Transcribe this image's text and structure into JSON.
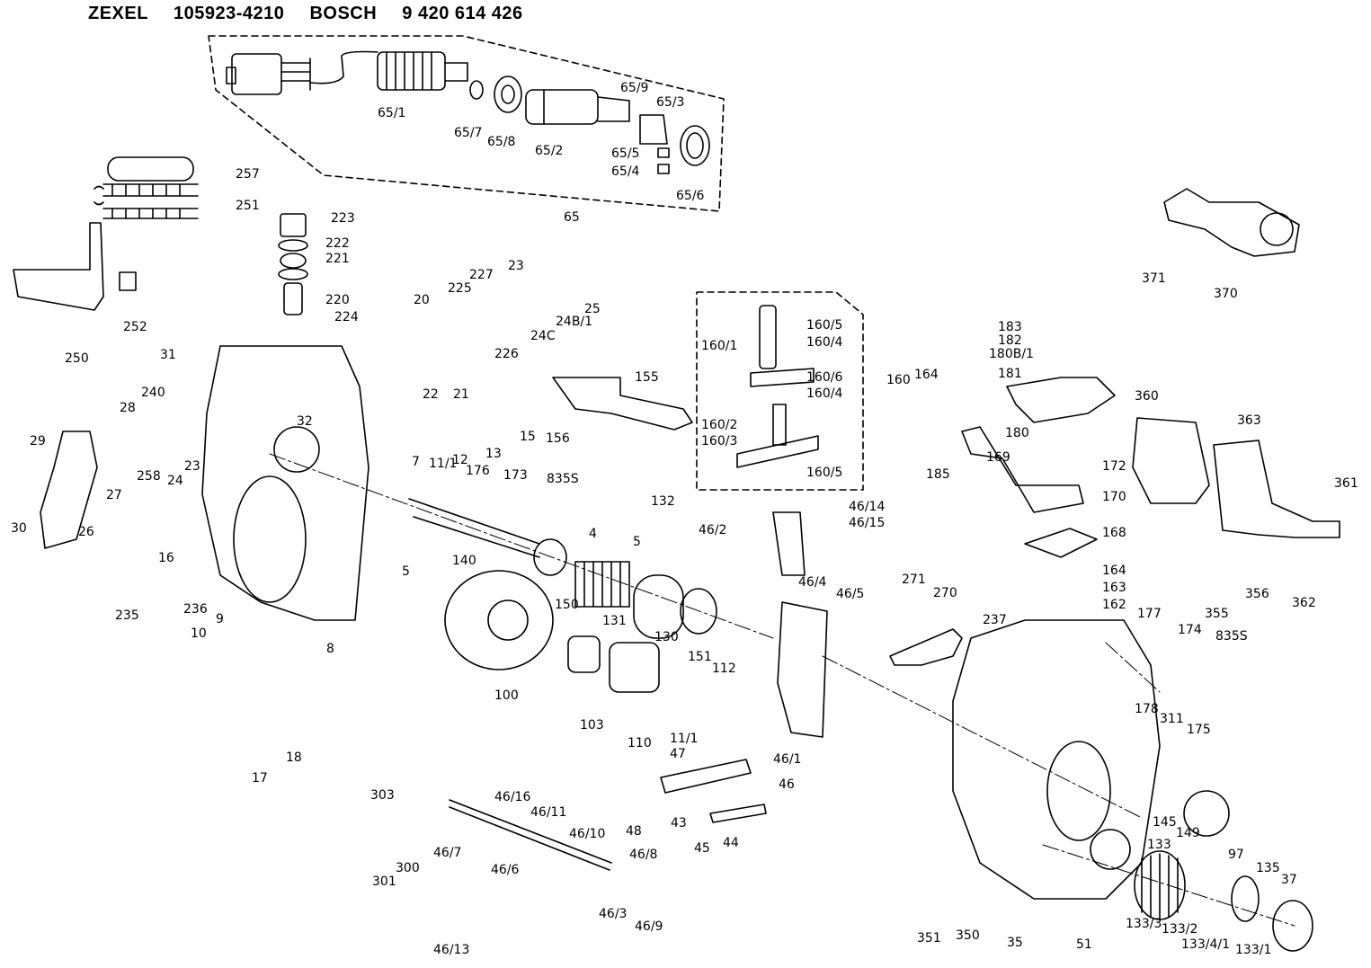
{
  "header": {
    "brand1": "ZEXEL",
    "code1": "105923-4210",
    "brand2": "BOSCH",
    "code2": "9 420 614 426"
  },
  "diagram": {
    "line_color": "#000000",
    "background": "#ffffff",
    "labels": [
      {
        "id": "65-1",
        "text": "65/1"
      },
      {
        "id": "65-7",
        "text": "65/7"
      },
      {
        "id": "65-8",
        "text": "65/8"
      },
      {
        "id": "65-2",
        "text": "65/2"
      },
      {
        "id": "65-9",
        "text": "65/9"
      },
      {
        "id": "65-3",
        "text": "65/3"
      },
      {
        "id": "65-5",
        "text": "65/5"
      },
      {
        "id": "65-4",
        "text": "65/4"
      },
      {
        "id": "65-6",
        "text": "65/6"
      },
      {
        "id": "65",
        "text": "65"
      },
      {
        "id": "257",
        "text": "257"
      },
      {
        "id": "251",
        "text": "251"
      },
      {
        "id": "223",
        "text": "223"
      },
      {
        "id": "222",
        "text": "222"
      },
      {
        "id": "221",
        "text": "221"
      },
      {
        "id": "220",
        "text": "220"
      },
      {
        "id": "224",
        "text": "224"
      },
      {
        "id": "250",
        "text": "250"
      },
      {
        "id": "252",
        "text": "252"
      },
      {
        "id": "31",
        "text": "31"
      },
      {
        "id": "20",
        "text": "20"
      },
      {
        "id": "225",
        "text": "225"
      },
      {
        "id": "227",
        "text": "227"
      },
      {
        "id": "23a",
        "text": "23"
      },
      {
        "id": "25",
        "text": "25"
      },
      {
        "id": "24B-1",
        "text": "24B/1"
      },
      {
        "id": "24C",
        "text": "24C"
      },
      {
        "id": "226",
        "text": "226"
      },
      {
        "id": "22",
        "text": "22"
      },
      {
        "id": "21",
        "text": "21"
      },
      {
        "id": "32",
        "text": "32"
      },
      {
        "id": "240",
        "text": "240"
      },
      {
        "id": "28",
        "text": "28"
      },
      {
        "id": "29",
        "text": "29"
      },
      {
        "id": "30",
        "text": "30"
      },
      {
        "id": "27",
        "text": "27"
      },
      {
        "id": "26",
        "text": "26"
      },
      {
        "id": "258",
        "text": "258"
      },
      {
        "id": "24",
        "text": "24"
      },
      {
        "id": "23b",
        "text": "23"
      },
      {
        "id": "16",
        "text": "16"
      },
      {
        "id": "235",
        "text": "235"
      },
      {
        "id": "236",
        "text": "236"
      },
      {
        "id": "7",
        "text": "7"
      },
      {
        "id": "11-1a",
        "text": "11/1"
      },
      {
        "id": "12",
        "text": "12"
      },
      {
        "id": "13",
        "text": "13"
      },
      {
        "id": "15",
        "text": "15"
      },
      {
        "id": "155",
        "text": "155"
      },
      {
        "id": "156",
        "text": "156"
      },
      {
        "id": "176",
        "text": "176"
      },
      {
        "id": "173",
        "text": "173"
      },
      {
        "id": "835S-a",
        "text": "835S"
      },
      {
        "id": "132",
        "text": "132"
      },
      {
        "id": "4",
        "text": "4"
      },
      {
        "id": "5a",
        "text": "5"
      },
      {
        "id": "5b",
        "text": "5"
      },
      {
        "id": "140",
        "text": "140"
      },
      {
        "id": "150",
        "text": "150"
      },
      {
        "id": "131",
        "text": "131"
      },
      {
        "id": "130",
        "text": "130"
      },
      {
        "id": "151",
        "text": "151"
      },
      {
        "id": "100",
        "text": "100"
      },
      {
        "id": "103",
        "text": "103"
      },
      {
        "id": "110",
        "text": "110"
      },
      {
        "id": "11-1b",
        "text": "11/1"
      },
      {
        "id": "112",
        "text": "112"
      },
      {
        "id": "10",
        "text": "10"
      },
      {
        "id": "9",
        "text": "9"
      },
      {
        "id": "8",
        "text": "8"
      },
      {
        "id": "18",
        "text": "18"
      },
      {
        "id": "17",
        "text": "17"
      },
      {
        "id": "160-5a",
        "text": "160/5"
      },
      {
        "id": "160-4a",
        "text": "160/4"
      },
      {
        "id": "160-1",
        "text": "160/1"
      },
      {
        "id": "160-6",
        "text": "160/6"
      },
      {
        "id": "160-4b",
        "text": "160/4"
      },
      {
        "id": "160",
        "text": "160"
      },
      {
        "id": "160-2",
        "text": "160/2"
      },
      {
        "id": "160-3",
        "text": "160/3"
      },
      {
        "id": "160-5b",
        "text": "160/5"
      },
      {
        "id": "164a",
        "text": "164"
      },
      {
        "id": "185",
        "text": "185"
      },
      {
        "id": "46-14",
        "text": "46/14"
      },
      {
        "id": "46-2",
        "text": "46/2"
      },
      {
        "id": "46-15",
        "text": "46/15"
      },
      {
        "id": "46-4",
        "text": "46/4"
      },
      {
        "id": "46-5",
        "text": "46/5"
      },
      {
        "id": "271",
        "text": "271"
      },
      {
        "id": "270",
        "text": "270"
      },
      {
        "id": "237",
        "text": "237"
      },
      {
        "id": "183",
        "text": "183"
      },
      {
        "id": "182",
        "text": "182"
      },
      {
        "id": "180B-1",
        "text": "180B/1"
      },
      {
        "id": "181",
        "text": "181"
      },
      {
        "id": "180",
        "text": "180"
      },
      {
        "id": "169",
        "text": "169"
      },
      {
        "id": "172",
        "text": "172"
      },
      {
        "id": "170",
        "text": "170"
      },
      {
        "id": "168",
        "text": "168"
      },
      {
        "id": "164b",
        "text": "164"
      },
      {
        "id": "163",
        "text": "163"
      },
      {
        "id": "162",
        "text": "162"
      },
      {
        "id": "360",
        "text": "360"
      },
      {
        "id": "363",
        "text": "363"
      },
      {
        "id": "361",
        "text": "361"
      },
      {
        "id": "356",
        "text": "356"
      },
      {
        "id": "362",
        "text": "362"
      },
      {
        "id": "355",
        "text": "355"
      },
      {
        "id": "371",
        "text": "371"
      },
      {
        "id": "370",
        "text": "370"
      },
      {
        "id": "177",
        "text": "177"
      },
      {
        "id": "174",
        "text": "174"
      },
      {
        "id": "835S-b",
        "text": "835S"
      },
      {
        "id": "178",
        "text": "178"
      },
      {
        "id": "311",
        "text": "311"
      },
      {
        "id": "175",
        "text": "175"
      },
      {
        "id": "46-1",
        "text": "46/1"
      },
      {
        "id": "46",
        "text": "46"
      },
      {
        "id": "47",
        "text": "47"
      },
      {
        "id": "48",
        "text": "48"
      },
      {
        "id": "43",
        "text": "43"
      },
      {
        "id": "45",
        "text": "45"
      },
      {
        "id": "44",
        "text": "44"
      },
      {
        "id": "303",
        "text": "303"
      },
      {
        "id": "300",
        "text": "300"
      },
      {
        "id": "301",
        "text": "301"
      },
      {
        "id": "46-7",
        "text": "46/7"
      },
      {
        "id": "46-16",
        "text": "46/16"
      },
      {
        "id": "46-11",
        "text": "46/11"
      },
      {
        "id": "46-10",
        "text": "46/10"
      },
      {
        "id": "46-6",
        "text": "46/6"
      },
      {
        "id": "46-8",
        "text": "46/8"
      },
      {
        "id": "46-3",
        "text": "46/3"
      },
      {
        "id": "46-9",
        "text": "46/9"
      },
      {
        "id": "46-13",
        "text": "46/13"
      },
      {
        "id": "145",
        "text": "145"
      },
      {
        "id": "149",
        "text": "149"
      },
      {
        "id": "97",
        "text": "97"
      },
      {
        "id": "133",
        "text": "133"
      },
      {
        "id": "351",
        "text": "351"
      },
      {
        "id": "350",
        "text": "350"
      },
      {
        "id": "35",
        "text": "35"
      },
      {
        "id": "51",
        "text": "51"
      },
      {
        "id": "133-3",
        "text": "133/3"
      },
      {
        "id": "133-2",
        "text": "133/2"
      },
      {
        "id": "133-4-1",
        "text": "133/4/1"
      },
      {
        "id": "133-1",
        "text": "133/1"
      },
      {
        "id": "135",
        "text": "135"
      },
      {
        "id": "37",
        "text": "37"
      }
    ]
  }
}
